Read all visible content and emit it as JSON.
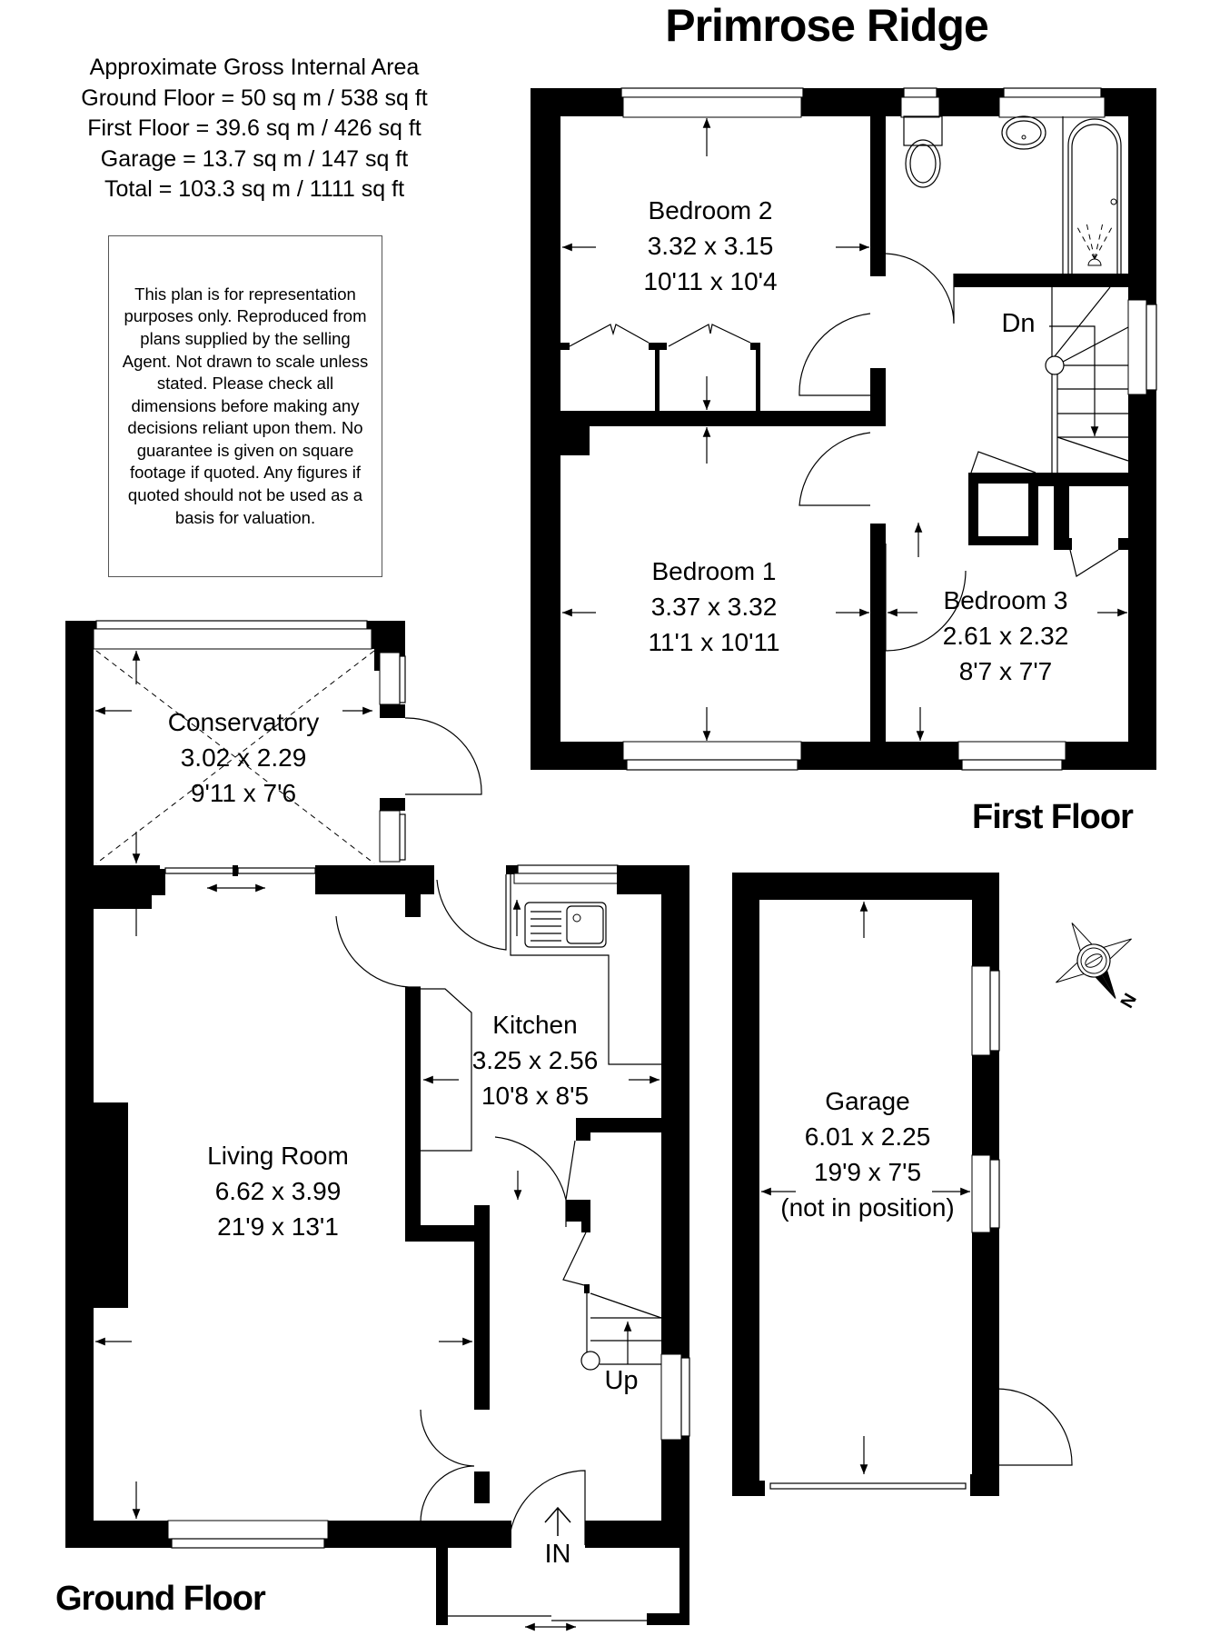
{
  "title": "Primrose Ridge",
  "area_summary": {
    "heading": "Approximate Gross Internal Area",
    "lines": [
      "Ground Floor = 50 sq m / 538 sq ft",
      "First Floor = 39.6 sq m / 426 sq ft",
      "Garage = 13.7 sq m / 147 sq ft",
      "Total = 103.3 sq m / 1111 sq ft"
    ]
  },
  "disclaimer": "This plan is for representation purposes only. Reproduced from plans supplied by the selling Agent. Not drawn to scale unless stated. Please check all dimensions before making any decisions reliant upon them. No guarantee is given on square footage if quoted. Any figures if quoted should not be used as a basis for valuation.",
  "floors": {
    "first": {
      "label": "First Floor",
      "rooms": [
        {
          "name": "Bedroom 2",
          "metric": "3.32 x 3.15",
          "imperial": "10'11 x 10'4"
        },
        {
          "name": "Bedroom 1",
          "metric": "3.37 x 3.32",
          "imperial": "11'1 x 10'11"
        },
        {
          "name": "Bedroom 3",
          "metric": "2.61 x 2.32",
          "imperial": "8'7 x 7'7"
        }
      ],
      "stairs_label": "Dn"
    },
    "ground": {
      "label": "Ground Floor",
      "rooms": [
        {
          "name": "Conservatory",
          "metric": "3.02 x 2.29",
          "imperial": "9'11 x 7'6"
        },
        {
          "name": "Kitchen",
          "metric": "3.25 x 2.56",
          "imperial": "10'8 x 8'5"
        },
        {
          "name": "Living Room",
          "metric": "6.62 x 3.99",
          "imperial": "21'9 x 13'1"
        }
      ],
      "stairs_label": "Up",
      "entrance_label": "IN"
    },
    "garage": {
      "rooms": [
        {
          "name": "Garage",
          "metric": "6.01 x 2.25",
          "imperial": "19'9 x 7'5",
          "note": "(not in position)"
        }
      ]
    }
  },
  "compass": {
    "icon": "compass-rose-icon",
    "label": "N"
  }
}
